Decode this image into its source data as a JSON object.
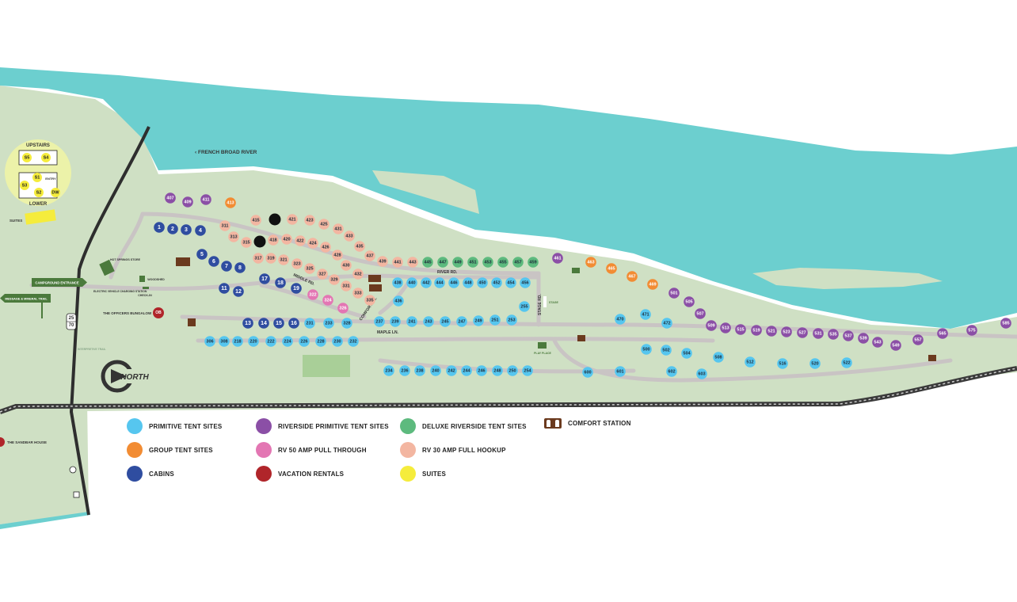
{
  "map": {
    "river_label": "‹ FRENCH BROAD RIVER",
    "north_label": "NORTH",
    "highway_top": "25",
    "highway_bottom": "70",
    "suites_box": {
      "upstairs": "UPSTAIRS",
      "lower": "LOWER",
      "entry": "ENTRY",
      "units": [
        "S5",
        "S4",
        "S1",
        "S3",
        "S2",
        "DW"
      ]
    },
    "labels": {
      "suites": "SUITES",
      "campground_entrance": "CAMPGROUND ENTRANCE",
      "message_trail": "MESSAGE & MINERAL TRAIL",
      "hot_springs_store": "HOT SPRINGS STORE",
      "woodshed": "WOODSHED",
      "ev_charging": "ELECTRIC VEHICLE CHARGING STATION",
      "check_in": "CHECK-IN",
      "officers_bungalow": "THE OFFICERS BUNGALOW",
      "ob_badge": "OB",
      "sandbar_house": "THE SANDBAR HOUSE",
      "middle_rd": "MIDDLE RD.",
      "comfort_ln": "COMFORT LN.",
      "maple_ln": "MAPLE LN.",
      "river_rd": "RIVER RD.",
      "stage_rd": "STAGE RD.",
      "stage": "STAGE",
      "play_place": "PLAY PLACE",
      "interpretive_trail": "INTERPRETIVE TRAIL"
    },
    "colors": {
      "water": "#6ccfcf",
      "land": "#cfe0c4",
      "road": "#c9c4c4",
      "rail": "#3a3a3a",
      "primitive": "#56c6ef",
      "riverside_primitive": "#8b4fa6",
      "deluxe_riverside": "#5dba7e",
      "group": "#f28c33",
      "rv50": "#e376b3",
      "rv30": "#f3b6a1",
      "cabin": "#2f4da0",
      "vacation": "#b0252a",
      "suite": "#f5ec3c",
      "dark": "#111111"
    },
    "sites": [
      {
        "id": "407",
        "t": "riverside_primitive"
      },
      {
        "id": "409",
        "t": "riverside_primitive"
      },
      {
        "id": "411",
        "t": "riverside_primitive"
      },
      {
        "id": "413",
        "t": "group"
      },
      {
        "id": "1",
        "t": "cabin"
      },
      {
        "id": "2",
        "t": "cabin"
      },
      {
        "id": "3",
        "t": "cabin"
      },
      {
        "id": "4",
        "t": "cabin"
      },
      {
        "id": "5",
        "t": "cabin"
      },
      {
        "id": "6",
        "t": "cabin"
      },
      {
        "id": "7",
        "t": "cabin"
      },
      {
        "id": "8",
        "t": "cabin"
      },
      {
        "id": "11",
        "t": "cabin"
      },
      {
        "id": "12",
        "t": "cabin"
      },
      {
        "id": "17",
        "t": "cabin"
      },
      {
        "id": "18",
        "t": "cabin"
      },
      {
        "id": "19",
        "t": "cabin"
      },
      {
        "id": "13",
        "t": "cabin"
      },
      {
        "id": "14",
        "t": "cabin"
      },
      {
        "id": "15",
        "t": "cabin"
      },
      {
        "id": "16",
        "t": "cabin"
      },
      {
        "id": "415",
        "t": "rv30"
      },
      {
        "id": "",
        "t": "dark"
      },
      {
        "id": "421",
        "t": "rv30"
      },
      {
        "id": "423",
        "t": "rv30"
      },
      {
        "id": "425",
        "t": "rv30"
      },
      {
        "id": "431",
        "t": "rv30"
      },
      {
        "id": "433",
        "t": "rv30"
      },
      {
        "id": "435",
        "t": "rv30"
      },
      {
        "id": "437",
        "t": "rv30"
      },
      {
        "id": "439",
        "t": "rv30"
      },
      {
        "id": "441",
        "t": "rv30"
      },
      {
        "id": "443",
        "t": "rv30"
      },
      {
        "id": "311",
        "t": "rv30"
      },
      {
        "id": "313",
        "t": "rv30"
      },
      {
        "id": "315",
        "t": "rv30"
      },
      {
        "id": "",
        "t": "dark"
      },
      {
        "id": "418",
        "t": "rv30"
      },
      {
        "id": "420",
        "t": "rv30"
      },
      {
        "id": "422",
        "t": "rv30"
      },
      {
        "id": "424",
        "t": "rv30"
      },
      {
        "id": "426",
        "t": "rv30"
      },
      {
        "id": "428",
        "t": "rv30"
      },
      {
        "id": "430",
        "t": "rv30"
      },
      {
        "id": "432",
        "t": "rv30"
      },
      {
        "id": "317",
        "t": "rv30"
      },
      {
        "id": "319",
        "t": "rv30"
      },
      {
        "id": "321",
        "t": "rv30"
      },
      {
        "id": "323",
        "t": "rv30"
      },
      {
        "id": "325",
        "t": "rv30"
      },
      {
        "id": "327",
        "t": "rv30"
      },
      {
        "id": "329",
        "t": "rv30"
      },
      {
        "id": "331",
        "t": "rv30"
      },
      {
        "id": "333",
        "t": "rv30"
      },
      {
        "id": "335",
        "t": "rv30"
      },
      {
        "id": "322",
        "t": "rv50"
      },
      {
        "id": "324",
        "t": "rv50"
      },
      {
        "id": "326",
        "t": "rv50"
      },
      {
        "id": "445",
        "t": "deluxe_riverside"
      },
      {
        "id": "447",
        "t": "deluxe_riverside"
      },
      {
        "id": "449",
        "t": "deluxe_riverside"
      },
      {
        "id": "451",
        "t": "deluxe_riverside"
      },
      {
        "id": "453",
        "t": "deluxe_riverside"
      },
      {
        "id": "455",
        "t": "deluxe_riverside"
      },
      {
        "id": "457",
        "t": "deluxe_riverside"
      },
      {
        "id": "459",
        "t": "deluxe_riverside"
      },
      {
        "id": "438",
        "t": "primitive"
      },
      {
        "id": "440",
        "t": "primitive"
      },
      {
        "id": "442",
        "t": "primitive"
      },
      {
        "id": "444",
        "t": "primitive"
      },
      {
        "id": "446",
        "t": "primitive"
      },
      {
        "id": "448",
        "t": "primitive"
      },
      {
        "id": "450",
        "t": "primitive"
      },
      {
        "id": "452",
        "t": "primitive"
      },
      {
        "id": "454",
        "t": "primitive"
      },
      {
        "id": "456",
        "t": "primitive"
      },
      {
        "id": "436",
        "t": "primitive"
      },
      {
        "id": "255",
        "t": "primitive"
      },
      {
        "id": "231",
        "t": "primitive"
      },
      {
        "id": "233",
        "t": "primitive"
      },
      {
        "id": "328",
        "t": "primitive"
      },
      {
        "id": "237",
        "t": "primitive"
      },
      {
        "id": "239",
        "t": "primitive"
      },
      {
        "id": "241",
        "t": "primitive"
      },
      {
        "id": "243",
        "t": "primitive"
      },
      {
        "id": "245",
        "t": "primitive"
      },
      {
        "id": "247",
        "t": "primitive"
      },
      {
        "id": "249",
        "t": "primitive"
      },
      {
        "id": "251",
        "t": "primitive"
      },
      {
        "id": "253",
        "t": "primitive"
      },
      {
        "id": "306",
        "t": "primitive"
      },
      {
        "id": "308",
        "t": "primitive"
      },
      {
        "id": "218",
        "t": "primitive"
      },
      {
        "id": "220",
        "t": "primitive"
      },
      {
        "id": "222",
        "t": "primitive"
      },
      {
        "id": "224",
        "t": "primitive"
      },
      {
        "id": "226",
        "t": "primitive"
      },
      {
        "id": "228",
        "t": "primitive"
      },
      {
        "id": "230",
        "t": "primitive"
      },
      {
        "id": "232",
        "t": "primitive"
      },
      {
        "id": "234",
        "t": "primitive"
      },
      {
        "id": "236",
        "t": "primitive"
      },
      {
        "id": "238",
        "t": "primitive"
      },
      {
        "id": "240",
        "t": "primitive"
      },
      {
        "id": "242",
        "t": "primitive"
      },
      {
        "id": "244",
        "t": "primitive"
      },
      {
        "id": "246",
        "t": "primitive"
      },
      {
        "id": "248",
        "t": "primitive"
      },
      {
        "id": "250",
        "t": "primitive"
      },
      {
        "id": "254",
        "t": "primitive"
      },
      {
        "id": "461",
        "t": "riverside_primitive"
      },
      {
        "id": "463",
        "t": "group"
      },
      {
        "id": "465",
        "t": "group"
      },
      {
        "id": "467",
        "t": "group"
      },
      {
        "id": "469",
        "t": "group"
      },
      {
        "id": "501",
        "t": "riverside_primitive"
      },
      {
        "id": "505",
        "t": "riverside_primitive"
      },
      {
        "id": "507",
        "t": "riverside_primitive"
      },
      {
        "id": "509",
        "t": "riverside_primitive"
      },
      {
        "id": "513",
        "t": "riverside_primitive"
      },
      {
        "id": "515",
        "t": "riverside_primitive"
      },
      {
        "id": "519",
        "t": "riverside_primitive"
      },
      {
        "id": "521",
        "t": "riverside_primitive"
      },
      {
        "id": "523",
        "t": "riverside_primitive"
      },
      {
        "id": "527",
        "t": "riverside_primitive"
      },
      {
        "id": "531",
        "t": "riverside_primitive"
      },
      {
        "id": "535",
        "t": "riverside_primitive"
      },
      {
        "id": "537",
        "t": "riverside_primitive"
      },
      {
        "id": "539",
        "t": "riverside_primitive"
      },
      {
        "id": "543",
        "t": "riverside_primitive"
      },
      {
        "id": "549",
        "t": "riverside_primitive"
      },
      {
        "id": "557",
        "t": "riverside_primitive"
      },
      {
        "id": "565",
        "t": "riverside_primitive"
      },
      {
        "id": "575",
        "t": "riverside_primitive"
      },
      {
        "id": "585",
        "t": "riverside_primitive"
      },
      {
        "id": "470",
        "t": "primitive"
      },
      {
        "id": "471",
        "t": "primitive"
      },
      {
        "id": "472",
        "t": "primitive"
      },
      {
        "id": "500",
        "t": "primitive"
      },
      {
        "id": "502",
        "t": "primitive"
      },
      {
        "id": "504",
        "t": "primitive"
      },
      {
        "id": "508",
        "t": "primitive"
      },
      {
        "id": "512",
        "t": "primitive"
      },
      {
        "id": "516",
        "t": "primitive"
      },
      {
        "id": "520",
        "t": "primitive"
      },
      {
        "id": "522",
        "t": "primitive"
      },
      {
        "id": "600",
        "t": "primitive"
      },
      {
        "id": "601",
        "t": "primitive"
      },
      {
        "id": "602",
        "t": "primitive"
      },
      {
        "id": "603",
        "t": "primitive"
      }
    ]
  },
  "legend": [
    {
      "key": "primitive",
      "label": "PRIMITIVE TENT SITES"
    },
    {
      "key": "riverside_primitive",
      "label": "RIVERSIDE PRIMITIVE TENT SITES"
    },
    {
      "key": "deluxe_riverside",
      "label": "DELUXE RIVERSIDE TENT SITES"
    },
    {
      "key": "comfort",
      "label": "COMFORT STATION"
    },
    {
      "key": "group",
      "label": "GROUP TENT SITES"
    },
    {
      "key": "rv50",
      "label": "RV 50 AMP PULL THROUGH"
    },
    {
      "key": "rv30",
      "label": "RV 30 AMP FULL HOOKUP"
    },
    {
      "key": "cabin",
      "label": "CABINS"
    },
    {
      "key": "vacation",
      "label": "VACATION RENTALS"
    },
    {
      "key": "suite",
      "label": "SUITES"
    }
  ]
}
